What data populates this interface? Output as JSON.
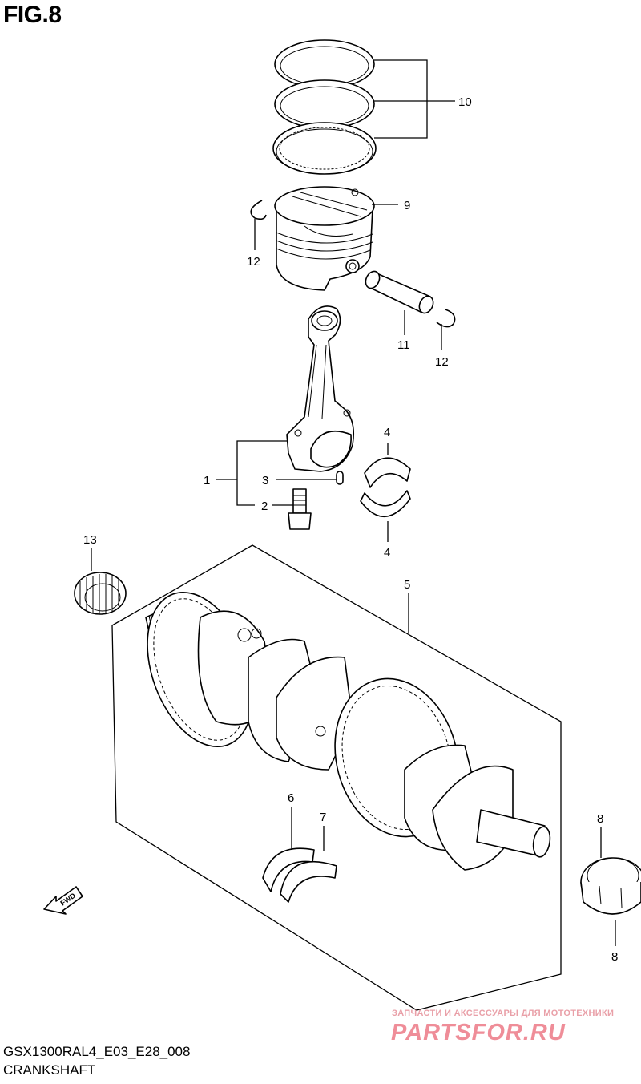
{
  "figure": {
    "title": "FIG.8",
    "code": "GSX1300RAL4_E03_E28_008",
    "name": "CRANKSHAFT",
    "fwd_label": "FWD"
  },
  "callouts": {
    "c10": "10",
    "c9": "9",
    "c12a": "12",
    "c11": "11",
    "c12b": "12",
    "c4a": "4",
    "c4b": "4",
    "c1": "1",
    "c3": "3",
    "c2": "2",
    "c13": "13",
    "c5": "5",
    "c6": "6",
    "c7": "7",
    "c8a": "8",
    "c8b": "8"
  },
  "watermark": {
    "tagline": "ЗАПЧАСТИ И АКСЕССУАРЫ ДЛЯ МОТОТЕХНИКИ",
    "logo": "PARTSFOR.RU"
  },
  "colors": {
    "line": "#000000",
    "background": "#ffffff",
    "watermark": "#ef8d98"
  }
}
